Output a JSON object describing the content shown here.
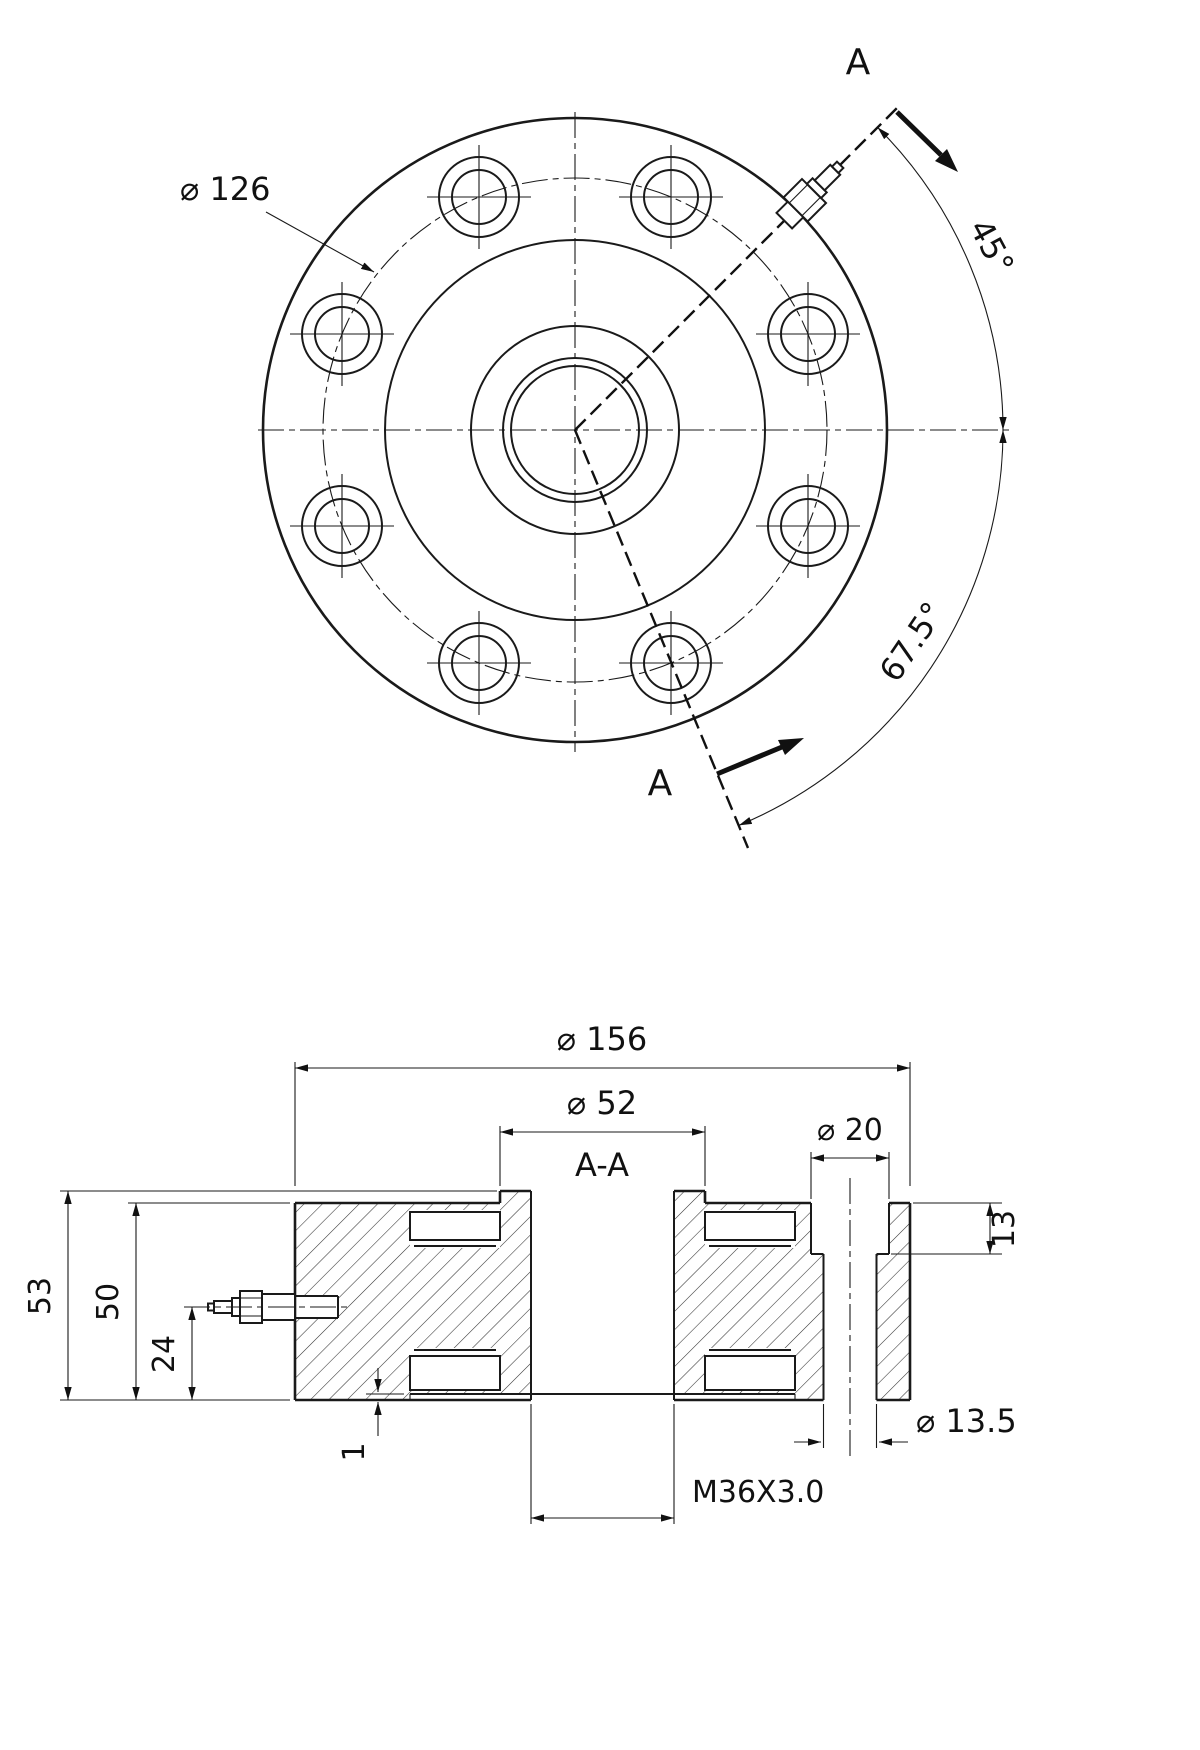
{
  "top_view": {
    "bolt_circle_diameter": "⌀ 126",
    "angle_upper": "45°",
    "angle_lower": "67.5°",
    "section_arrow_label_upper": "A",
    "section_arrow_label_lower": "A"
  },
  "section_view": {
    "label": "A-A",
    "outer_diameter": "⌀ 156",
    "boss_diameter": "⌀ 52",
    "counterbore_diameter": "⌀ 20",
    "counterbore_depth": "13",
    "total_height": "53",
    "body_height": "50",
    "connector_height": "24",
    "gap": "1",
    "bolt_hole_diameter": "⌀ 13.5",
    "thread": "M36X3.0"
  },
  "colors": {
    "line": "#1a1a1a",
    "background": "#ffffff"
  }
}
